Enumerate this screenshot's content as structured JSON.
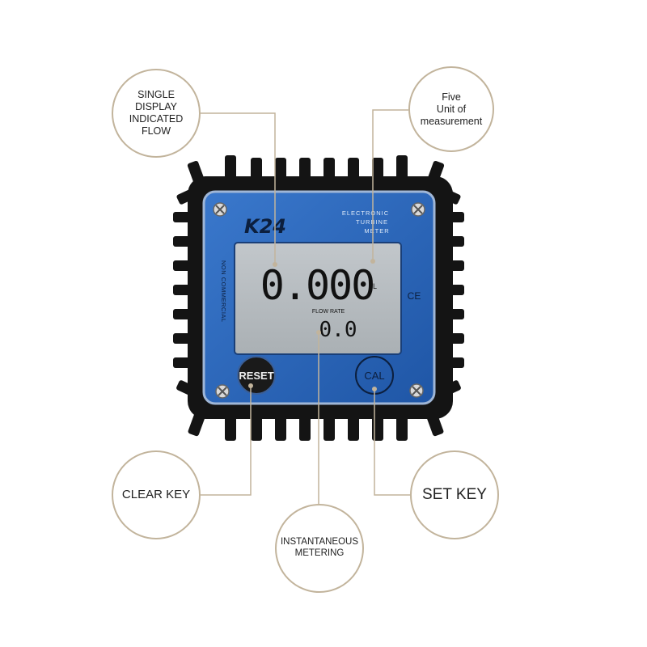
{
  "callouts": {
    "single_display": "SINGLE\nDISPLAY\nINDICATED\nFLOW",
    "five_units": "Five\nUnit of\nmeasurement",
    "clear_key": "CLEAR KEY",
    "set_key": "SET KEY",
    "instantaneous": "INSTANTANEOUS\nMETERING"
  },
  "meter": {
    "brand": "K24",
    "header": [
      "ELECTRONIC",
      "TURBINE",
      "METER"
    ],
    "side_text": "NON COMMERCIAL",
    "ce_mark": "CE",
    "total_reading": "0.000",
    "unit": "L",
    "flow_label": "FLOW RATE",
    "flow_reading": "0.0",
    "reset_label": "RESET",
    "cal_label": "CAL"
  },
  "colors": {
    "body": "#141414",
    "faceplate": "#2b66b8",
    "lcd": "#b7bcc0",
    "callout_border": "#c2b49c",
    "leader_line": "#c2b49c"
  }
}
